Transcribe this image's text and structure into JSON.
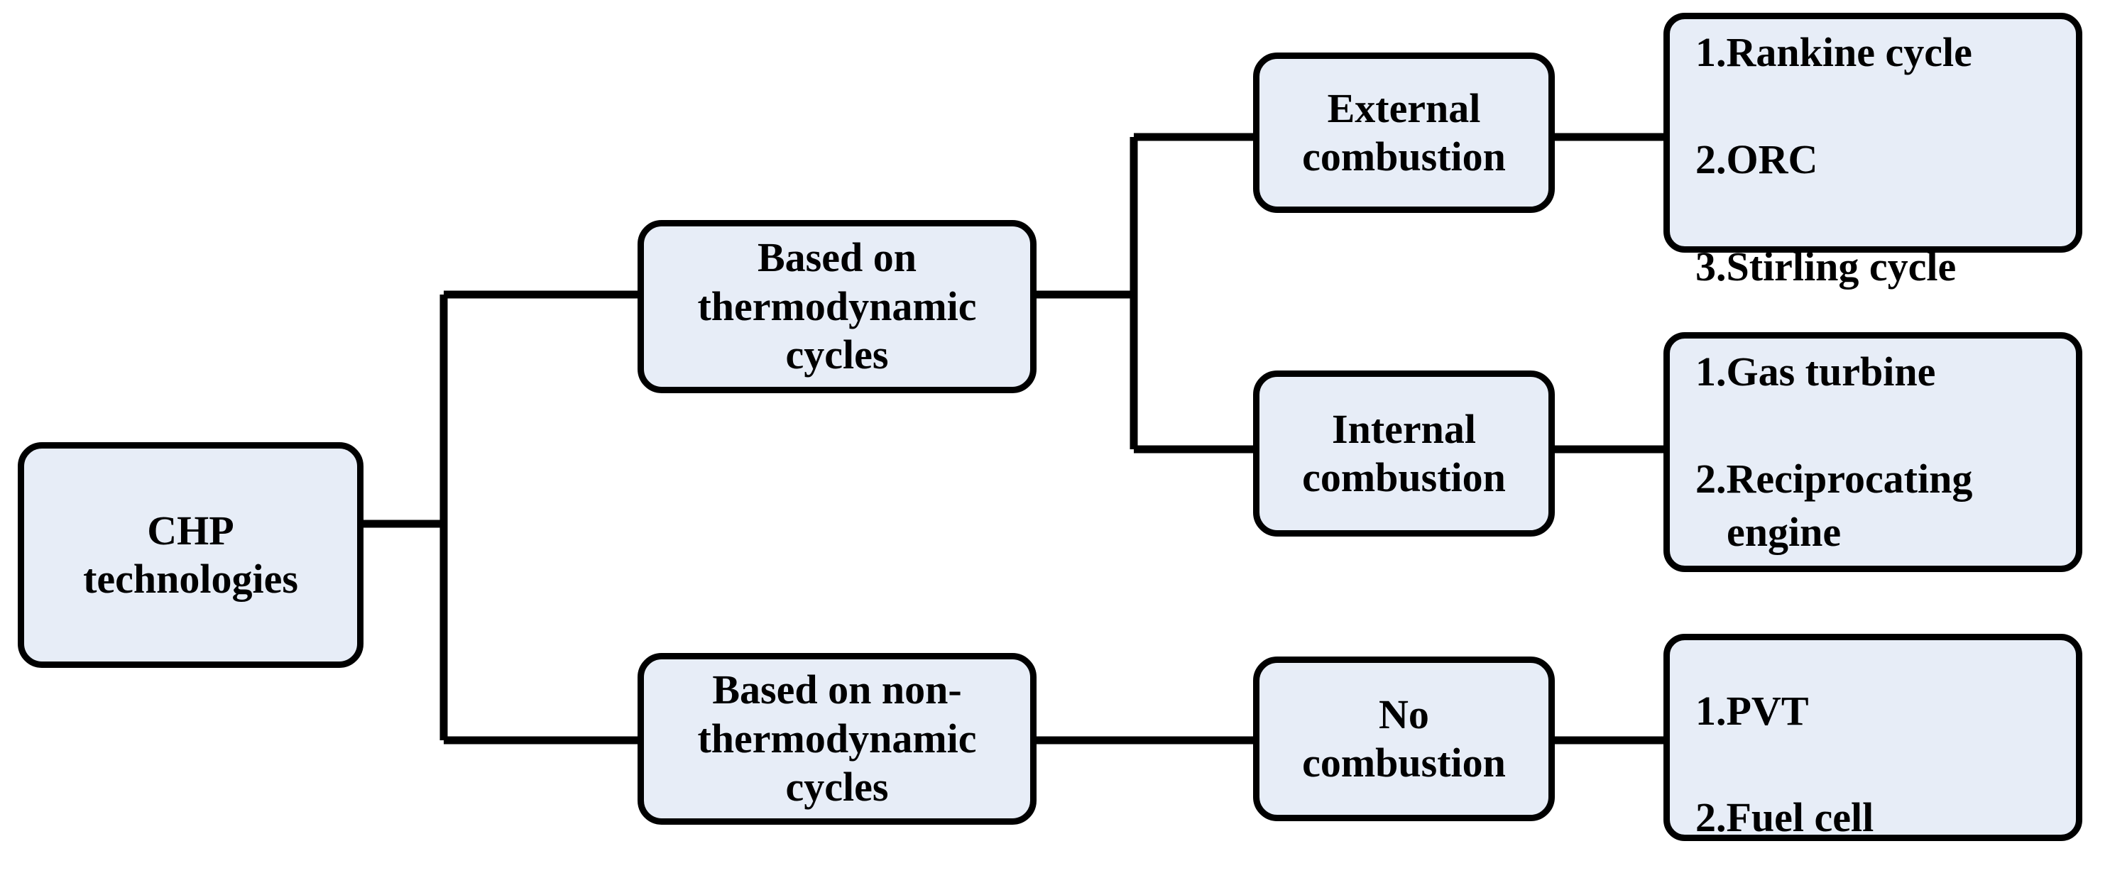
{
  "diagram": {
    "title": "CHP technologies classification",
    "style": {
      "node_fill": "#e7edf7",
      "node_border": "#000000",
      "connector_color": "#000000",
      "background": "#ffffff",
      "text_color": "#000000"
    },
    "nodes": {
      "root": {
        "label": "CHP\ntechnologies"
      },
      "thermo": {
        "label": "Based on\nthermodynamic\ncycles"
      },
      "nonthermo": {
        "label": "Based on non-\nthermodynamic\ncycles"
      },
      "external": {
        "label": "External\ncombustion"
      },
      "internal": {
        "label": "Internal\ncombustion"
      },
      "nocombustion": {
        "label": "No\ncombustion"
      }
    },
    "leaves": {
      "external_items": {
        "line1": "1.Rankine cycle",
        "line2": "2.ORC",
        "line3": "3.Stirling cycle"
      },
      "internal_items": {
        "line1": "1.Gas turbine",
        "line2": "2.Reciprocating",
        "line2_cont": "engine"
      },
      "nocombustion_items": {
        "line1": "1.PVT",
        "line2": "2.Fuel cell"
      }
    },
    "edges": [
      {
        "from": "root",
        "to": "thermo"
      },
      {
        "from": "root",
        "to": "nonthermo"
      },
      {
        "from": "thermo",
        "to": "external"
      },
      {
        "from": "thermo",
        "to": "internal"
      },
      {
        "from": "external",
        "to": "leaf-external"
      },
      {
        "from": "internal",
        "to": "leaf-internal"
      },
      {
        "from": "nonthermo",
        "to": "nocombustion"
      },
      {
        "from": "nocombustion",
        "to": "leaf-nocombustion"
      }
    ]
  }
}
